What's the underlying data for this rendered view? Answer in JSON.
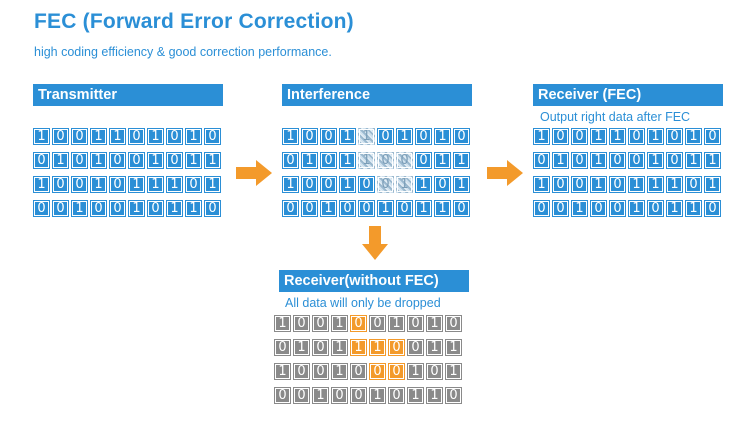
{
  "header": {
    "title": "FEC (Forward Error Correction)",
    "subtitle": "high coding efficiency & good correction performance."
  },
  "panels": {
    "transmitter": {
      "label": "Transmitter",
      "rows": [
        [
          "1",
          "0",
          "0",
          "1",
          "1",
          "0",
          "1",
          "0",
          "1",
          "0"
        ],
        [
          "0",
          "1",
          "0",
          "1",
          "0",
          "0",
          "1",
          "0",
          "1",
          "1"
        ],
        [
          "1",
          "0",
          "0",
          "1",
          "0",
          "1",
          "1",
          "1",
          "0",
          "1"
        ],
        [
          "0",
          "0",
          "1",
          "0",
          "0",
          "1",
          "0",
          "1",
          "1",
          "0"
        ]
      ]
    },
    "interference": {
      "label": "Interference",
      "rows": [
        [
          "1",
          "0",
          "0",
          "1",
          "1",
          "0",
          "1",
          "0",
          "1",
          "0"
        ],
        [
          "0",
          "1",
          "0",
          "1",
          "1",
          "0",
          "0",
          "0",
          "1",
          "1"
        ],
        [
          "1",
          "0",
          "0",
          "1",
          "0",
          "0",
          "1",
          "1",
          "0",
          "1"
        ],
        [
          "0",
          "0",
          "1",
          "0",
          "0",
          "1",
          "0",
          "1",
          "1",
          "0"
        ]
      ],
      "noise_cells": [
        [
          0,
          4
        ],
        [
          1,
          4
        ],
        [
          1,
          5
        ],
        [
          1,
          6
        ],
        [
          2,
          5
        ],
        [
          2,
          6
        ]
      ]
    },
    "receiver_fec": {
      "label": "Receiver (FEC)",
      "note": "Output right data after FEC",
      "rows": [
        [
          "1",
          "0",
          "0",
          "1",
          "1",
          "0",
          "1",
          "0",
          "1",
          "0"
        ],
        [
          "0",
          "1",
          "0",
          "1",
          "0",
          "0",
          "1",
          "0",
          "1",
          "1"
        ],
        [
          "1",
          "0",
          "0",
          "1",
          "0",
          "1",
          "1",
          "1",
          "0",
          "1"
        ],
        [
          "0",
          "0",
          "1",
          "0",
          "0",
          "1",
          "0",
          "1",
          "1",
          "0"
        ]
      ]
    },
    "receiver_no_fec": {
      "label": "Receiver(without FEC)",
      "note": "All data will only be dropped",
      "rows": [
        [
          "1",
          "0",
          "0",
          "1",
          "0",
          "0",
          "1",
          "0",
          "1",
          "0"
        ],
        [
          "0",
          "1",
          "0",
          "1",
          "1",
          "1",
          "0",
          "0",
          "1",
          "1"
        ],
        [
          "1",
          "0",
          "0",
          "1",
          "0",
          "0",
          "0",
          "1",
          "0",
          "1"
        ],
        [
          "0",
          "0",
          "1",
          "0",
          "0",
          "1",
          "0",
          "1",
          "1",
          "0"
        ]
      ],
      "error_cells": [
        [
          0,
          4
        ],
        [
          1,
          4
        ],
        [
          1,
          5
        ],
        [
          1,
          6
        ],
        [
          2,
          5
        ],
        [
          2,
          6
        ]
      ]
    }
  },
  "colors": {
    "blue": "#2b8fd6",
    "orange": "#f39a2b",
    "gray": "#8a8a8a"
  }
}
